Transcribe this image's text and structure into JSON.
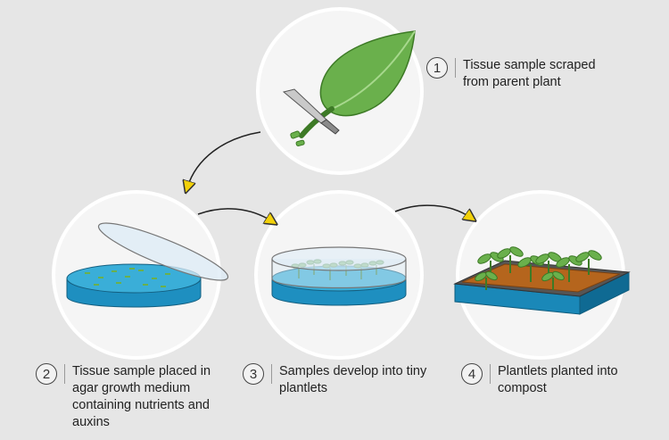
{
  "steps": [
    {
      "number": "1",
      "text_lines": [
        "Tissue sample scraped",
        "from parent plant"
      ]
    },
    {
      "number": "2",
      "text_lines": [
        "Tissue sample placed in",
        "agar growth medium",
        "containing nutrients and",
        "auxins"
      ]
    },
    {
      "number": "3",
      "text_lines": [
        "Samples develop into tiny",
        "plantlets"
      ]
    },
    {
      "number": "4",
      "text_lines": [
        "Plantlets planted into",
        "compost"
      ]
    }
  ],
  "colors": {
    "background": "#e6e6e6",
    "circle": "#f5f5f5",
    "leaf": "#6ab04c",
    "leaf_dark": "#3d7a26",
    "agar": "#3aaed8",
    "dish_base": "#1e8fc0",
    "arrow": "#f2d10a",
    "compost": "#b5651d",
    "tray": "#1a88b8"
  },
  "icons": [
    "leaf-icon",
    "scalpel-icon",
    "petri-dish-icon",
    "plantlet-icon",
    "tray-icon",
    "arrow-icon"
  ]
}
